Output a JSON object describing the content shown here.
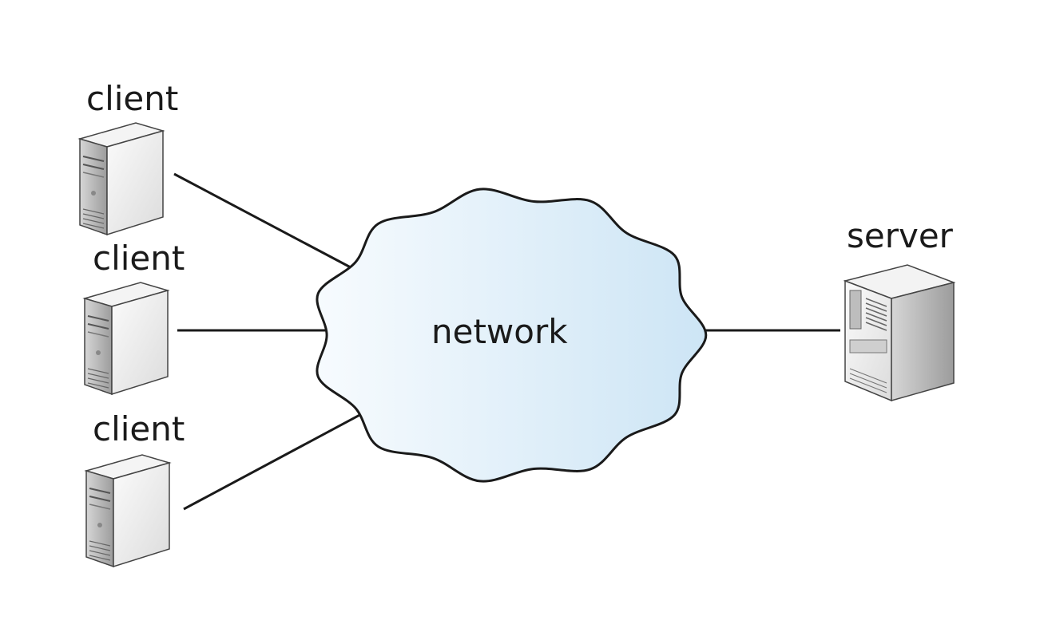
{
  "diagram": {
    "clients": [
      {
        "label": "client"
      },
      {
        "label": "client"
      },
      {
        "label": "client"
      }
    ],
    "network": {
      "label": "network"
    },
    "server": {
      "label": "server"
    }
  },
  "colors": {
    "cloud_light": "#f5fafe",
    "cloud_dark": "#cfe6f6",
    "outline": "#1a1a1a",
    "tower_face": "#f2f2f2",
    "tower_side": "#c4c4c4"
  },
  "icons": {
    "client": "desktop-tower-icon",
    "server": "server-rack-icon",
    "network": "cloud-icon"
  }
}
